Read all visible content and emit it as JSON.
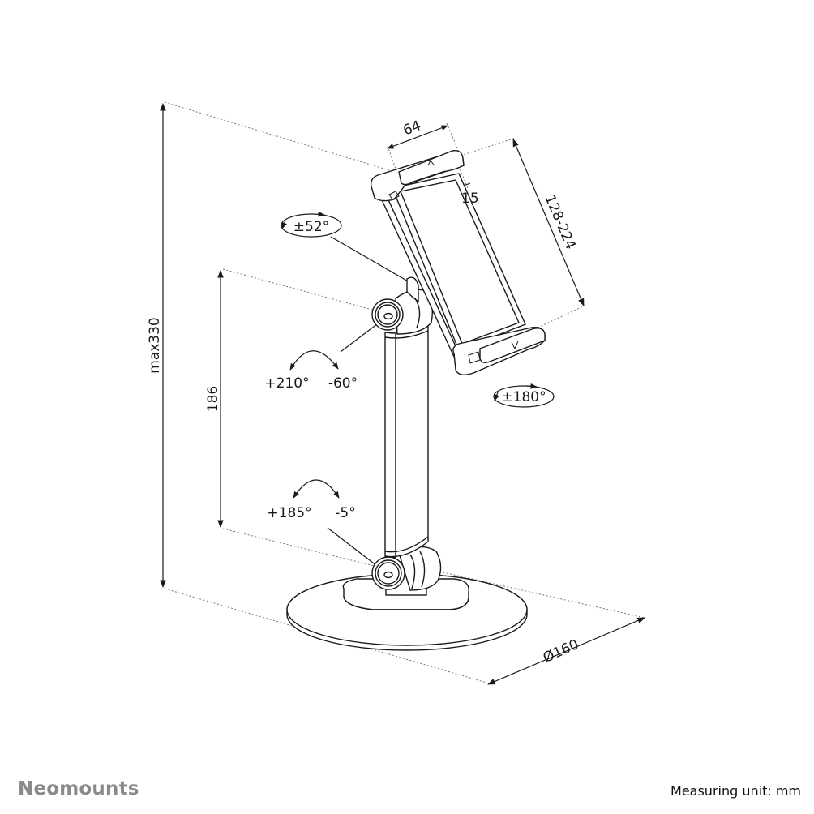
{
  "brand": {
    "name": "Neomounts"
  },
  "footer": {
    "measuring_unit": "Measuring unit: mm"
  },
  "dimensions": {
    "clamp_width": "64",
    "clamp_depth": "15",
    "tablet_range": "128-224",
    "max_height": "max330",
    "arm_height": "186",
    "base_diameter": "Ø160"
  },
  "rotations": {
    "tilt": "±52°",
    "swivel": "±180°",
    "upper_joint_plus": "+210°",
    "upper_joint_minus": "-60°",
    "lower_joint_plus": "+185°",
    "lower_joint_minus": "-5°"
  },
  "colors": {
    "line": "#1a1a1a",
    "dotted": "#777777",
    "brand": "#8a8a8a"
  }
}
